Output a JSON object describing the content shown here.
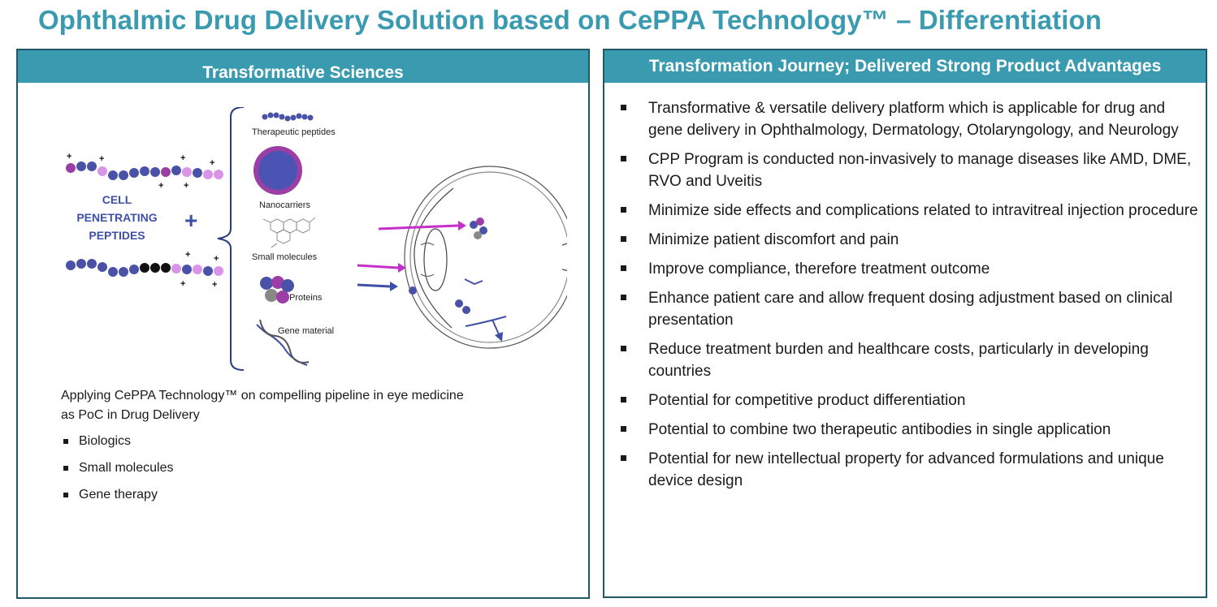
{
  "title": "Ophthalmic Drug Delivery Solution based on CePPA Technology™  – Differentiation",
  "left_panel": {
    "header": "Transformative Sciences",
    "figure": {
      "cpp_label_lines": [
        "CELL",
        "PENETRATING",
        "PEPTIDES"
      ],
      "plus_sign": "+",
      "charge": "+",
      "cargo_labels": {
        "peptides": "Therapeutic peptides",
        "nanocarriers": "Nanocarriers",
        "small_molecules": "Small molecules",
        "proteins": "Proteins",
        "gene": "Gene material"
      },
      "colors": {
        "blue": "#4a52a8",
        "purple": "#9b3fa6",
        "lilac": "#d994e8",
        "black": "#111111",
        "magenta": "#c52fc9",
        "arrow_blue": "#3e4fa8"
      }
    },
    "intro": "Applying CePPA Technology™ on compelling pipeline in eye medicine as PoC in Drug Delivery",
    "items": [
      "Biologics",
      "Small molecules",
      "Gene therapy"
    ]
  },
  "right_panel": {
    "header": "Transformation Journey; Delivered Strong Product Advantages",
    "items": [
      "Transformative & versatile delivery platform which is applicable for drug and gene delivery in Ophthalmology, Dermatology, Otolaryngology, and Neurology",
      "CPP Program is conducted non-invasively to manage diseases like AMD, DME, RVO and Uveitis",
      "Minimize side effects and complications related to intravitreal injection procedure",
      "Minimize patient discomfort and pain",
      "Improve compliance, therefore treatment outcome",
      "Enhance patient care and allow frequent dosing adjustment based on clinical presentation",
      "Reduce treatment burden and healthcare costs, particularly in developing countries",
      "Potential for competitive product differentiation",
      "Potential to combine two therapeutic antibodies in single application",
      "Potential for new intellectual property for advanced formulations and unique device design"
    ]
  }
}
